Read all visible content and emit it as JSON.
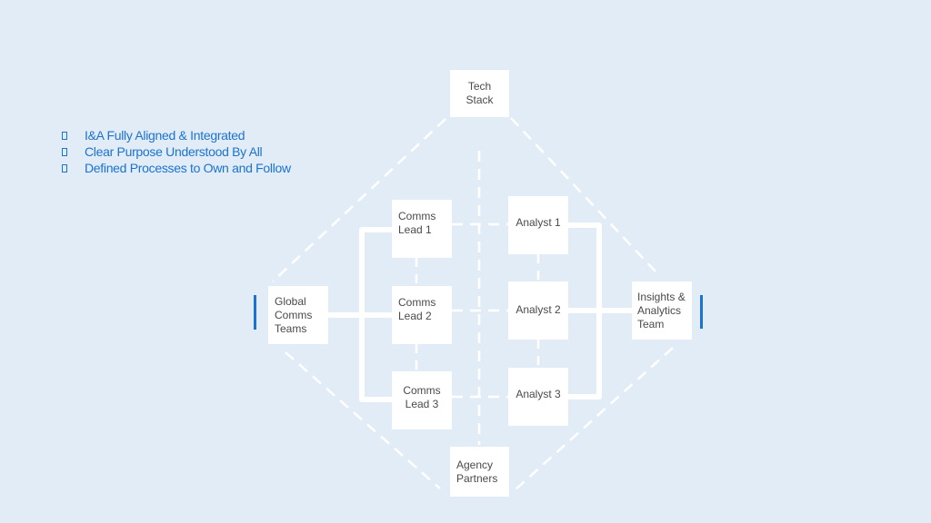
{
  "bullets": [
    {
      "text": "I&A Fully Aligned & Integrated",
      "icon": "square-bullet-icon"
    },
    {
      "text": "Clear Purpose Understood By All",
      "icon": "square-bullet-icon"
    },
    {
      "text": "Defined Processes to Own and Follow",
      "icon": "square-bullet-icon"
    }
  ],
  "nodes": {
    "tech_stack": "Tech\nStack",
    "global_comms": "Global\nComms\nTeams",
    "comms_lead_1": "Comms\nLead 1",
    "comms_lead_2": "Comms\nLead 2",
    "comms_lead_3": "Comms\nLead 3",
    "analyst_1": "Analyst 1",
    "analyst_2": "Analyst 2",
    "analyst_3": "Analyst 3",
    "insights_team": "Insights &\nAnalytics\nTeam",
    "agency_partners": "Agency\nPartners"
  },
  "colors": {
    "background": "#e2ecf6",
    "accent": "#1a73d0",
    "node_fill": "#ffffff",
    "node_text": "#4a4a4a",
    "connector": "#ffffff"
  }
}
